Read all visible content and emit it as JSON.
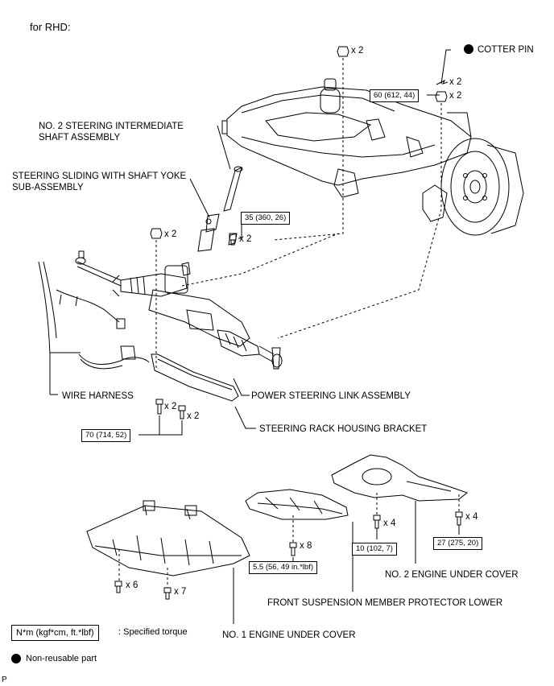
{
  "header": {
    "variant": "for RHD:"
  },
  "labels": {
    "cotter_pin": "COTTER PIN",
    "int_shaft_l1": "NO. 2 STEERING INTERMEDIATE",
    "int_shaft_l2": "SHAFT ASSEMBLY",
    "sliding_l1": "STEERING SLIDING WITH SHAFT YOKE",
    "sliding_l2": "SUB-ASSEMBLY",
    "wire_harness": "WIRE HARNESS",
    "power_link": "POWER STEERING LINK ASSEMBLY",
    "rack_bracket": "STEERING RACK HOUSING BRACKET",
    "no2_cover": "NO. 2 ENGINE UNDER COVER",
    "protector": "FRONT SUSPENSION MEMBER PROTECTOR LOWER",
    "no1_cover": "NO. 1 ENGINE UNDER COVER"
  },
  "quantities": {
    "top_nut": "x 2",
    "cotter": "x 2",
    "knuckle_nut": "x 2",
    "sliding_bolt": "x 2",
    "rack_nut": "x 2",
    "bracket_bolt_a": "x 2",
    "bracket_bolt_b": "x 2",
    "no2_bolt_a": "x 4",
    "no2_bolt_b": "x 4",
    "protector_bolt": "x 8",
    "no1_bolt_a": "x 6",
    "no1_bolt_b": "x 7"
  },
  "torques": {
    "knuckle": "60 (612, 44)",
    "sliding": "35 (360, 26)",
    "bracket": "70 (714, 52)",
    "no2_a": "10 (102, 7)",
    "no2_b": "27 (275, 20)",
    "protector": "5.5 (56, 49 in.*lbf)"
  },
  "legend": {
    "torque_units": "N*m (kgf*cm, ft.*lbf)",
    "torque_desc": ": Specified torque",
    "non_reusable": "Non-reusable part"
  },
  "footer": {
    "code": "P"
  }
}
